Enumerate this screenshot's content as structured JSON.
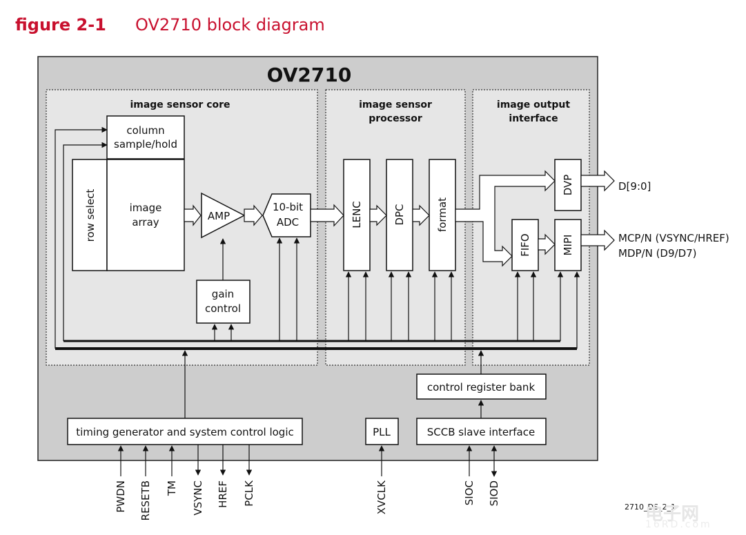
{
  "figure": {
    "label": "figure 2-1",
    "title": "OV2710 block diagram"
  },
  "chip": {
    "name": "OV2710"
  },
  "sections": {
    "core": "image sensor core",
    "processor": [
      "image sensor",
      "processor"
    ],
    "output": [
      "image output",
      "interface"
    ]
  },
  "blocks": {
    "column": [
      "column",
      "sample/hold"
    ],
    "row_select": "row select",
    "image_array": [
      "image",
      "array"
    ],
    "amp": "AMP",
    "adc": [
      "10-bit",
      "ADC"
    ],
    "gain": [
      "gain",
      "control"
    ],
    "lenc": "LENC",
    "dpc": "DPC",
    "format": "format",
    "dvp": "DVP",
    "fifo": "FIFO",
    "mipi": "MIPI",
    "ctrl_reg": "control register bank",
    "sccb": "SCCB slave interface",
    "pll": "PLL",
    "timing": "timing generator and system control logic"
  },
  "outputs": {
    "dvp": "D[9:0]",
    "mipi1": "MCP/N (VSYNC/HREF)",
    "mipi2": "MDP/N (D9/D7)"
  },
  "pins": [
    "PWDN",
    "RESETB",
    "TM",
    "VSYNC",
    "HREF",
    "PCLK",
    "XVCLK",
    "SIOC",
    "SIOD"
  ],
  "doc_id": "2710_DS_2_1",
  "watermark": {
    "main": "电子网",
    "sub": "16RD.com"
  },
  "colors": {
    "accent": "#c8102e",
    "chip_bg": "#cdcdcd",
    "section_bg": "#e6e6e6"
  }
}
